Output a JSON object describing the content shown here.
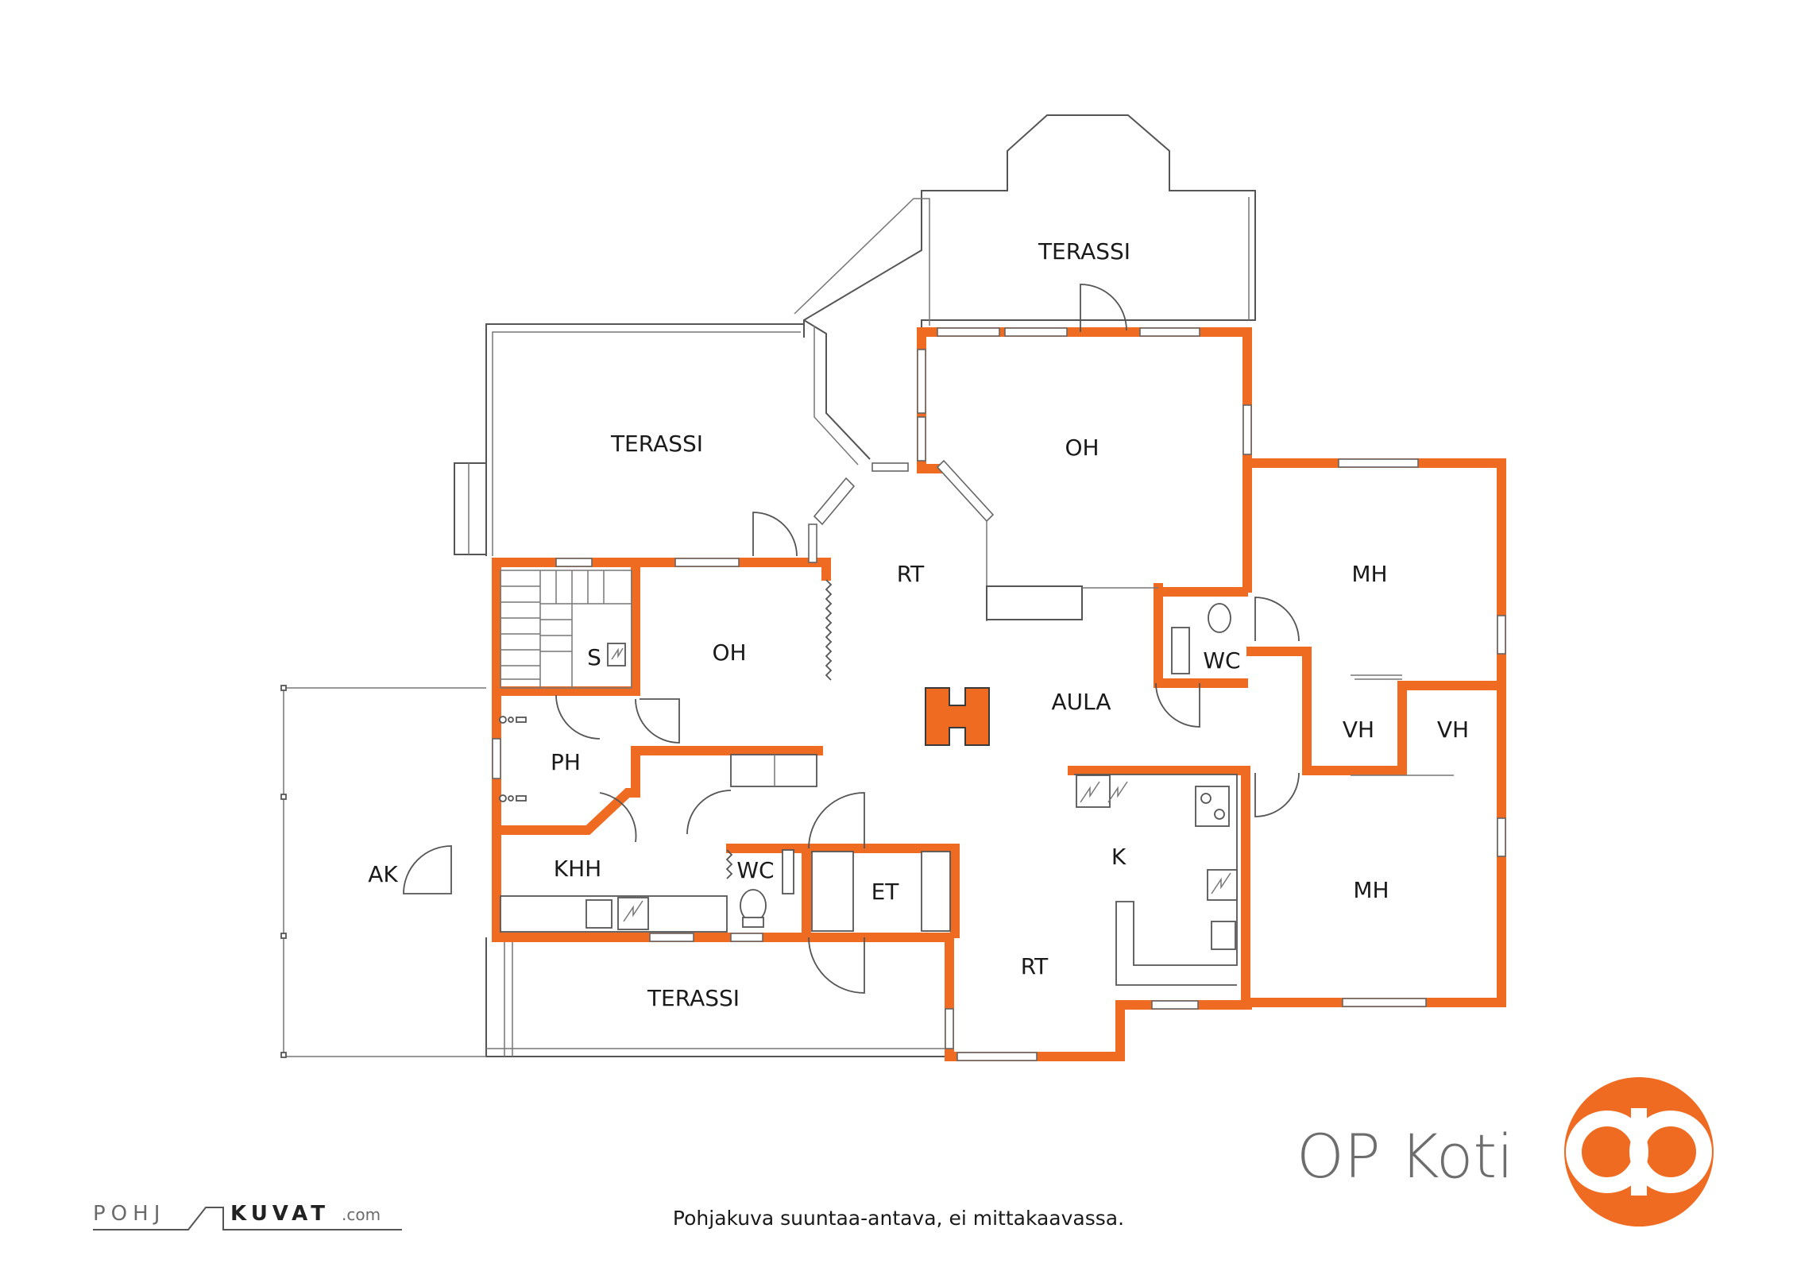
{
  "rooms": {
    "terassi_top": "TERASSI",
    "terassi_left": "TERASSI",
    "terassi_bottom": "TERASSI",
    "oh_top": "OH",
    "oh_left": "OH",
    "rt_top": "RT",
    "rt_bottom": "RT",
    "aula": "AULA",
    "mh_top": "MH",
    "mh_bottom": "MH",
    "wc_right": "WC",
    "wc_left": "WC",
    "vh_left": "VH",
    "vh_right": "VH",
    "s": "S",
    "ph": "PH",
    "khh": "KHH",
    "ak": "AK",
    "et": "ET",
    "k": "K"
  },
  "caption": "Pohjakuva suuntaa-antava, ei mittakaavassa.",
  "brand": {
    "name": "OP Koti",
    "logo_icon": "op-logo-icon",
    "color": "#ef6b22"
  },
  "footer_logo": {
    "part1": "POHJ",
    "part2": "KUVAT",
    "part3": ".com"
  },
  "colors": {
    "wall": "#ef6b22",
    "outline": "#555555",
    "text": "#1a1a1a"
  }
}
